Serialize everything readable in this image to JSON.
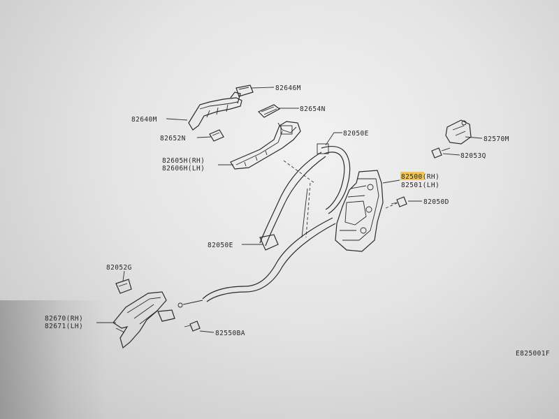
{
  "diagram": {
    "highlight_color": "#f2c14e",
    "labels": {
      "p82646M": "82646M",
      "p82654N": "82654N",
      "p82640M": "82640M",
      "p82652N": "82652N",
      "p82050E_top": "82050E",
      "p82605H": "82605H(RH)",
      "p82606H": "82606H(LH)",
      "p82570M": "82570M",
      "p82053Q": "82053Q",
      "p82500": "82500(RH)",
      "p82501": "82501(LH)",
      "p82050D": "82050D",
      "p82050E_mid": "82050E",
      "p82052G": "82052G",
      "p82670": "82670(RH)",
      "p82671": "82671(LH)",
      "p82550BA": "82550BA",
      "ref": "E825001F"
    }
  }
}
